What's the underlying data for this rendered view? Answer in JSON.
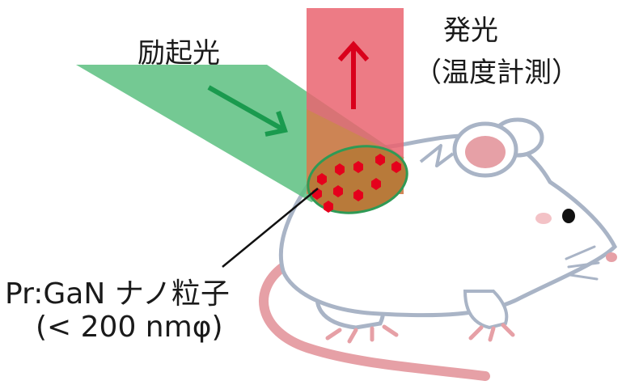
{
  "labels": {
    "excitation": "励起光",
    "emission_line1": "発光",
    "emission_line2": "（温度計測）",
    "nanoparticle_line1": "Pr:GaN ナノ粒子",
    "nanoparticle_line2": "(< 200 nmφ)"
  },
  "colors": {
    "excitation_beam": "#5cbf80",
    "excitation_arrow": "#1a9a4e",
    "emission_beam": "#ea6470",
    "emission_arrow": "#d9001b",
    "overlap": "#c98a4a",
    "particle": "#e5001c",
    "mouse_body": "#ffffff",
    "mouse_outline": "#a9b4c6",
    "mouse_pink": "#e6a0a6",
    "eye": "#111111"
  },
  "icons": [
    "mouse-illustration",
    "up-arrow-icon",
    "diagonal-arrow-icon",
    "hexagon-particle-icon"
  ]
}
